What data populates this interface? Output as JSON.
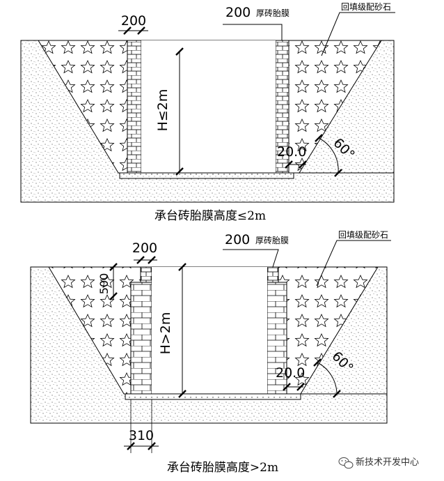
{
  "top_figure": {
    "dim_wall": "200",
    "thickness_label": "200",
    "thickness_suffix": "厚砖胎膜",
    "backfill_label": "回填级配砂石",
    "height_label": "H≤2m",
    "offset_label": "20.0",
    "angle_label": "60°",
    "caption": "承台砖胎膜高度≤2m"
  },
  "bottom_figure": {
    "dim_wall": "200",
    "thickness_label": "200",
    "thickness_suffix": "厚砖胎膜",
    "backfill_label": "回填级配砂石",
    "height_label": "H>2m",
    "step_label": "500",
    "offset_label": "20.0",
    "angle_label": "60°",
    "base_width_label": "310",
    "caption": "承台砖胎膜高度>2m"
  },
  "watermark": {
    "text": "新技术开发中心",
    "icon": "wechat-logo-icon"
  }
}
